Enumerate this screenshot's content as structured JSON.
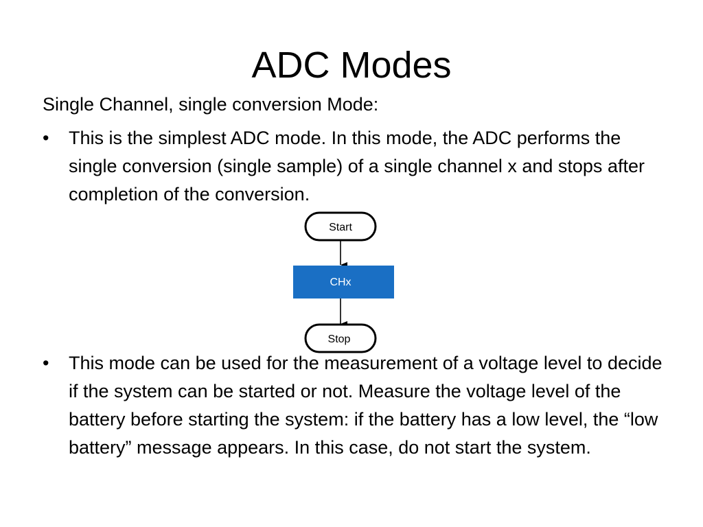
{
  "slide": {
    "title": "ADC Modes",
    "subtitle": "Single Channel, single conversion Mode:",
    "bullet_glyph": "•",
    "bullets": [
      "This is the simplest ADC mode. In this mode, the ADC performs the single conversion (single sample) of a single channel x and stops after completion of the conversion.",
      "This mode can be used for the measurement of a voltage level to decide if the system can be started or not. Measure the voltage level of the battery before starting the system: if the battery has a low level, the “low battery” message appears. In this case, do not start the system."
    ]
  },
  "flowchart": {
    "start_label": "Start",
    "channel_label": "CHx",
    "stop_label": "Stop",
    "channel_color": "#1a6fc4"
  }
}
